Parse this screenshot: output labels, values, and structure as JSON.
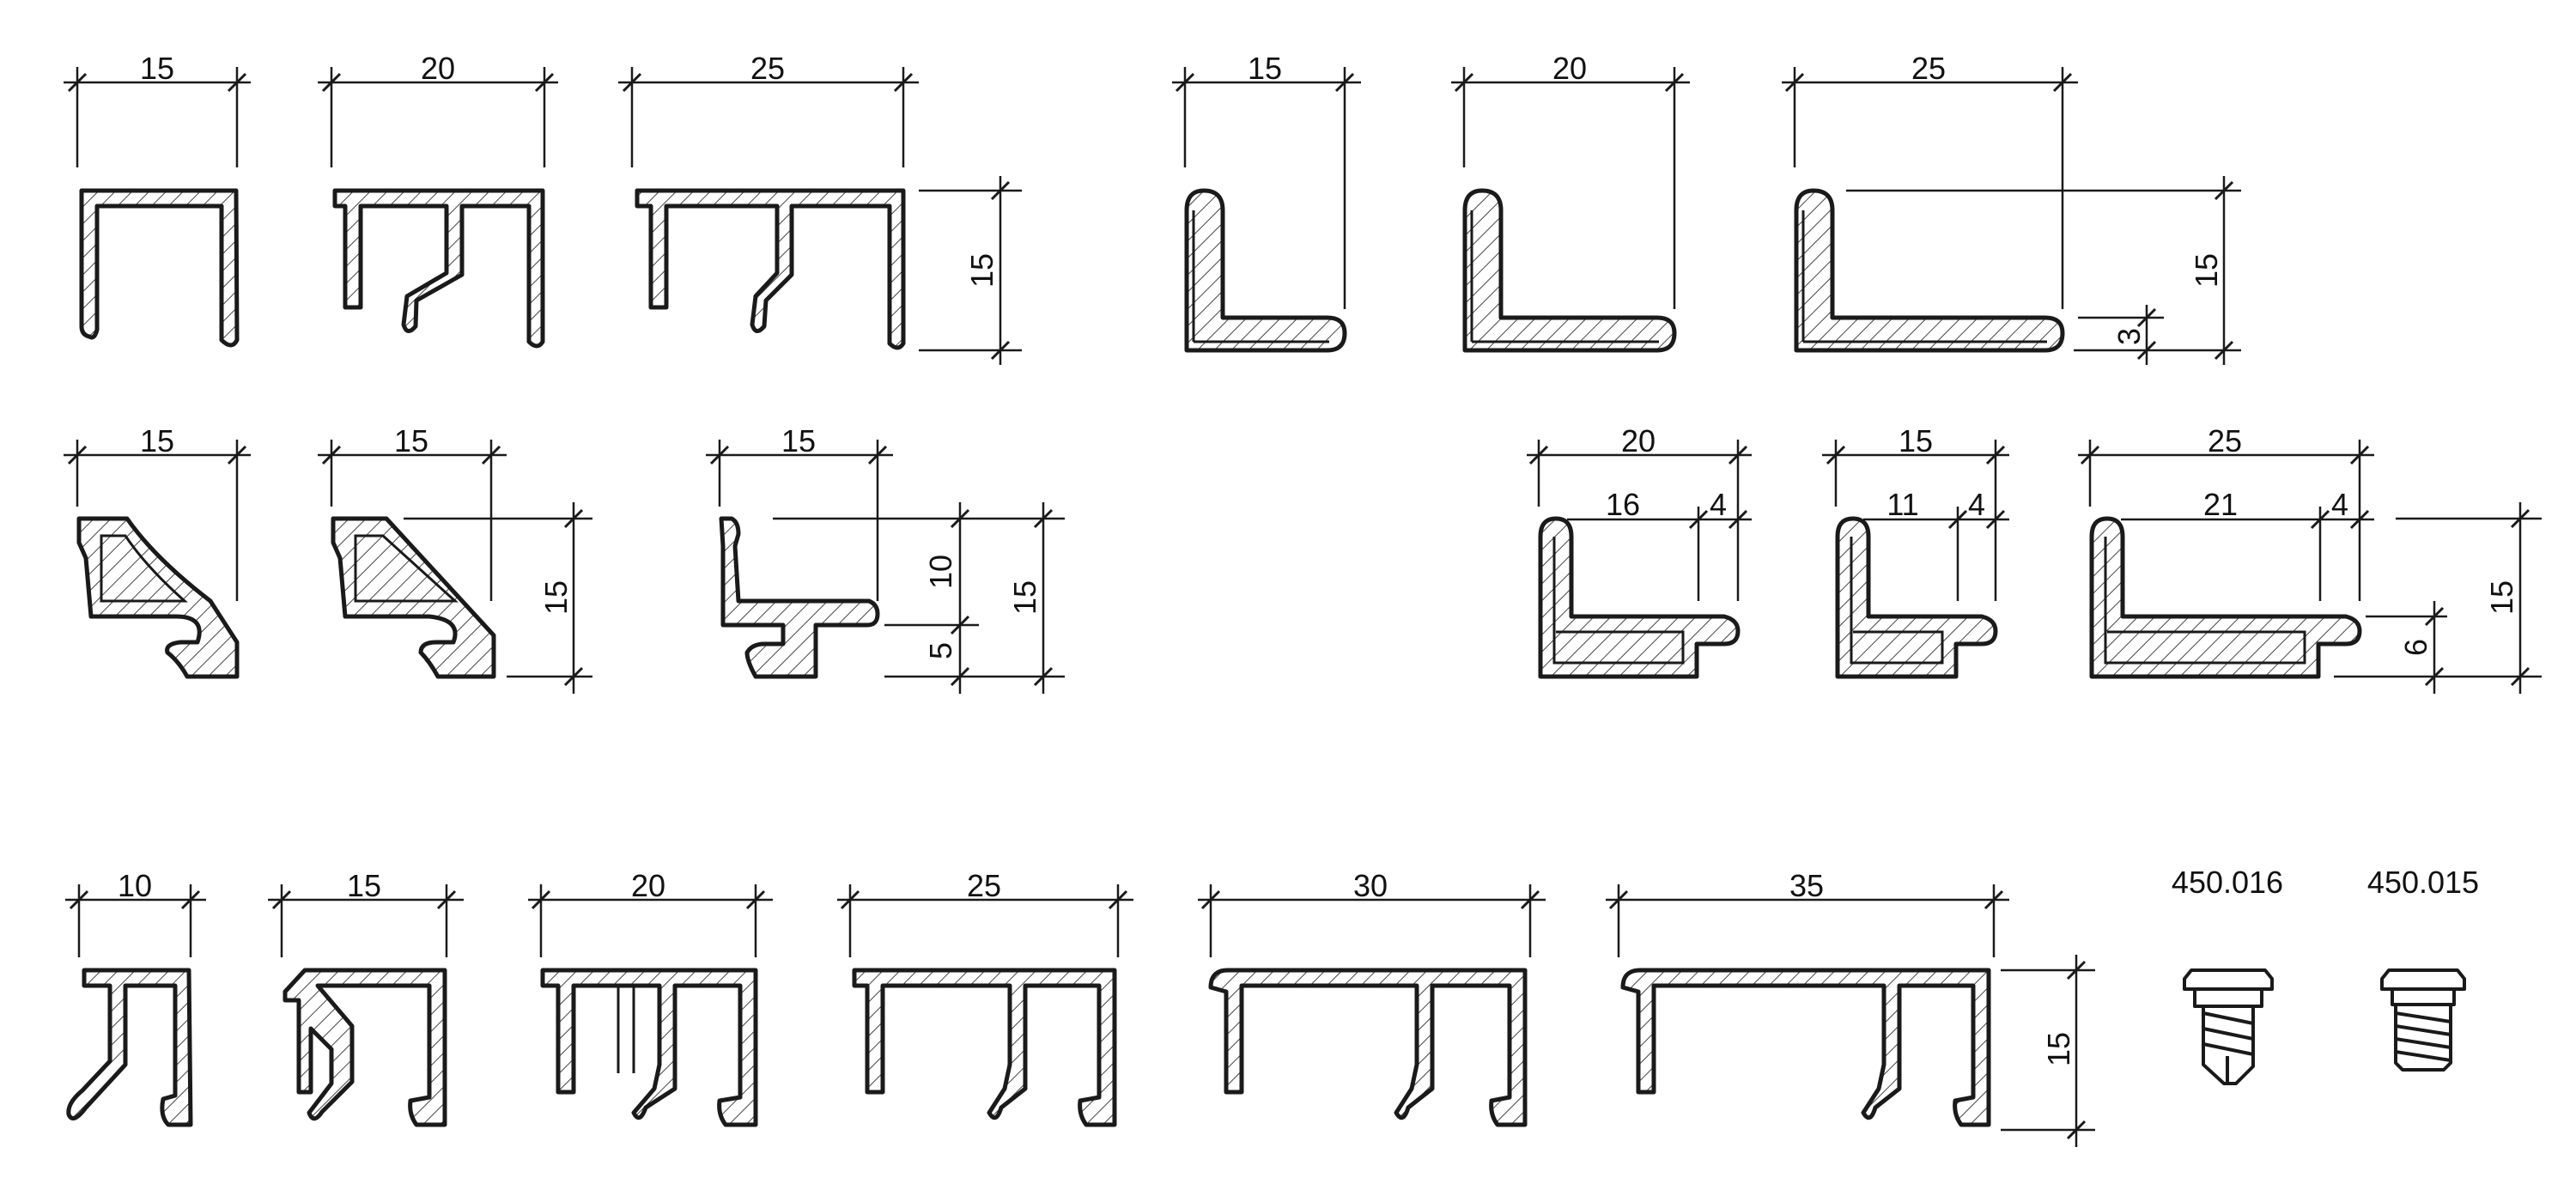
{
  "colors": {
    "line": "#1a1a1a",
    "background": "#ffffff"
  },
  "dimensions": {
    "row1": {
      "w15": "15",
      "w20": "20",
      "w25": "25",
      "h15": "15"
    },
    "angle": {
      "w15": "15",
      "w20": "20",
      "w25": "25",
      "h15": "15",
      "t3": "3"
    },
    "row2": {
      "a15": "15",
      "b15": "15",
      "h15": "15",
      "c15": "15",
      "h10": "10",
      "h5": "5",
      "hc15": "15"
    },
    "row2r": {
      "p1": {
        "w": "20",
        "inner": "16",
        "lip": "4"
      },
      "p2": {
        "w": "15",
        "inner": "11",
        "lip": "4"
      },
      "p3": {
        "w": "25",
        "inner": "21",
        "lip": "4"
      },
      "h6": "6",
      "h15": "15"
    },
    "row3": {
      "w10": "10",
      "w15": "15",
      "w20": "20",
      "w25": "25",
      "w30": "30",
      "w35": "35",
      "h15": "15"
    }
  },
  "screws": [
    {
      "code": "450.016"
    },
    {
      "code": "450.015"
    }
  ]
}
